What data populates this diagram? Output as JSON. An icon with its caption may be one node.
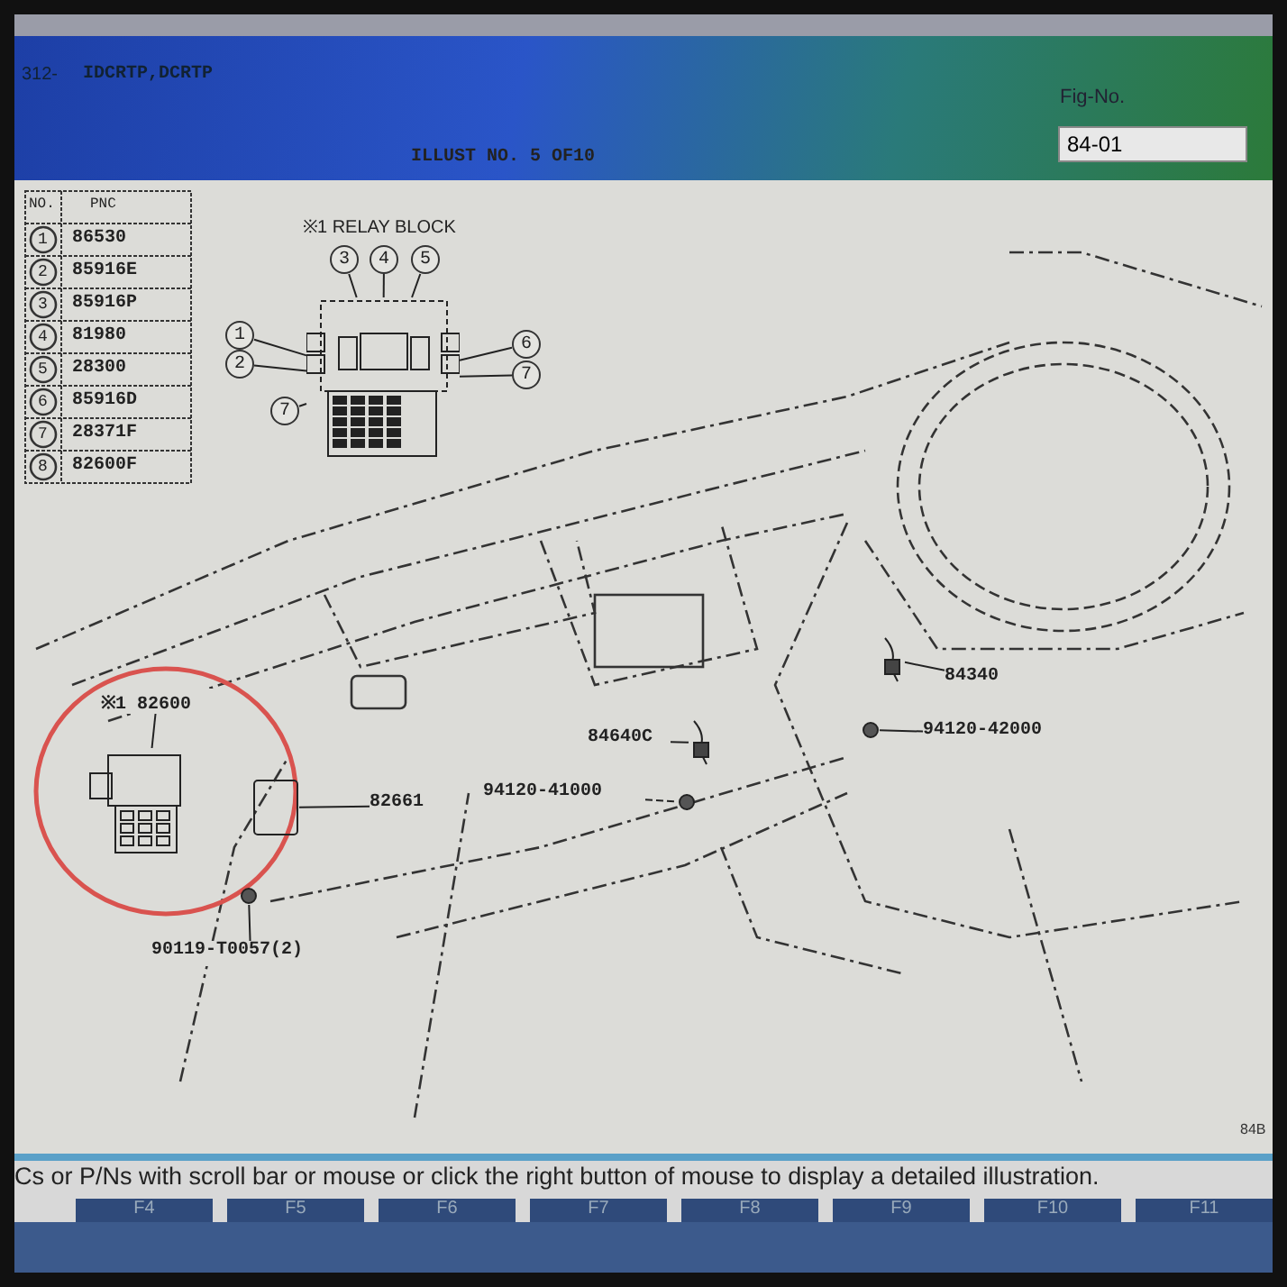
{
  "diagram": {
    "nodes": [
      {
        "text": [
          "1"
        ]
      },
      {
        "text": [
          "2"
        ]
      },
      {
        "text": [
          "3"
        ]
      },
      {
        "text": [
          "4"
        ]
      },
      {
        "text": [
          "5"
        ]
      },
      {
        "text": [
          "6"
        ]
      },
      {
        "text": [
          "7"
        ]
      },
      {
        "text": [
          "7"
        ]
      },
      {
        "text": [],
        "shape": "picture"
      },
      {
        "text": [
          "※1 82600"
        ]
      },
      {
        "text": [],
        "shape": "picture"
      },
      {
        "text": [
          "82661"
        ]
      },
      {
        "text": [],
        "shape": "box"
      },
      {
        "text": [
          "84640C"
        ]
      },
      {
        "text": [],
        "shape": "picture"
      },
      {
        "text": [
          "94120-41000"
        ]
      },
      {
        "text": [],
        "shape": "circle"
      },
      {
        "text": [
          "84340"
        ]
      },
      {
        "text": [],
        "shape": "picture"
      },
      {
        "text": [
          "94120-42000"
        ]
      },
      {
        "text": [],
        "shape": "circle"
      },
      {
        "text": [
          "90119-T0057(2)"
        ]
      },
      {
        "text": [],
        "shape": "circle"
      }
    ],
    "edges": [
      {
        "from": 0,
        "to": 8,
        "arrow": "none"
      },
      {
        "from": 1,
        "to": 8,
        "arrow": "none"
      },
      {
        "from": 2,
        "to": 8,
        "arrow": "none"
      },
      {
        "from": 3,
        "to": 8,
        "arrow": "none"
      },
      {
        "from": 4,
        "to": 8,
        "arrow": "none"
      },
      {
        "from": 5,
        "to": 8,
        "arrow": "none"
      },
      {
        "from": 6,
        "to": 8,
        "arrow": "none"
      },
      {
        "from": 7,
        "to": 8,
        "arrow": "none"
      },
      {
        "from": 9,
        "to": 10,
        "arrow": "none"
      },
      {
        "from": 11,
        "to": 12,
        "arrow": "none"
      },
      {
        "from": 13,
        "to": 14,
        "arrow": "none"
      },
      {
        "from": 15,
        "to": 16,
        "arrow": "none",
        "style": "dashed"
      },
      {
        "from": 17,
        "to": 18,
        "arrow": "none"
      },
      {
        "from": 19,
        "to": 20,
        "arrow": "none"
      },
      {
        "from": 21,
        "to": 22,
        "arrow": "none"
      }
    ],
    "labels": [
      "312-",
      "IDCRTP,DCRTP",
      "ILLUST NO. 5 OF10",
      "Fig-No.",
      "84-01",
      "NO.",
      "PNC",
      "1",
      "86530",
      "2",
      "85916E",
      "3",
      "85916P",
      "4",
      "81980",
      "5",
      "28300",
      "6",
      "85916D",
      "7",
      "28371F",
      "8",
      "82600F",
      "※1 RELAY BLOCK",
      "84B",
      "Cs or P/Ns with scroll bar or mouse or click the right button of mouse to display a detailed illustration.",
      "F4",
      "F5",
      "F6",
      "F7",
      "F8",
      "F9",
      "F10",
      "F11"
    ]
  }
}
